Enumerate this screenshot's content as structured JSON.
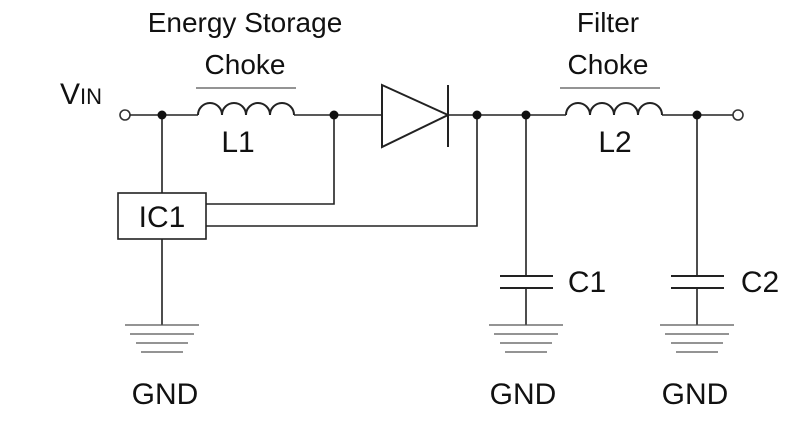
{
  "headings": {
    "storage_line1": "Energy Storage",
    "storage_line2": "Choke",
    "filter_line1": "Filter",
    "filter_line2": "Choke"
  },
  "input": {
    "label_main": "V",
    "label_sub": "IN"
  },
  "components": {
    "l1": "L1",
    "l2": "L2",
    "ic1": "IC1",
    "c1": "C1",
    "c2": "C2"
  },
  "grounds": {
    "left": "GND",
    "middle": "GND",
    "right": "GND"
  }
}
